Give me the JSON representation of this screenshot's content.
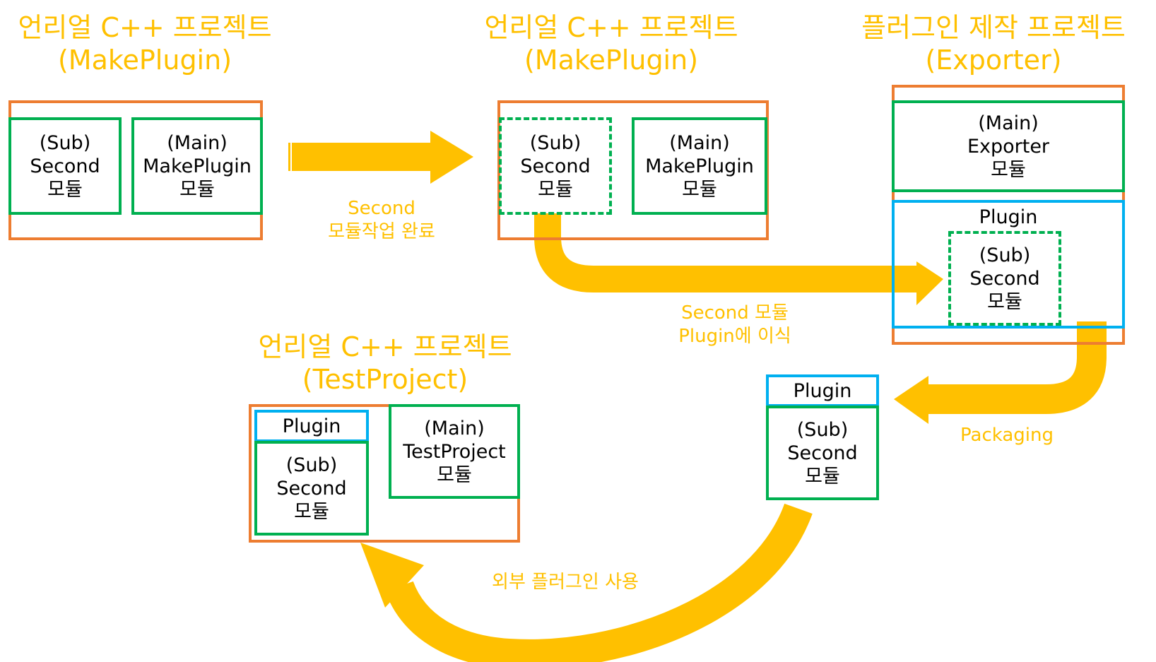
{
  "titles": {
    "left": {
      "line1": "언리얼 C++ 프로젝트",
      "line2": "(MakePlugin)"
    },
    "middle": {
      "line1": "언리얼 C++ 프로젝트",
      "line2": "(MakePlugin)"
    },
    "right": {
      "line1": "플러그인 제작 프로젝트",
      "line2": "(Exporter)"
    },
    "bottom": {
      "line1": "언리얼 C++ 프로젝트",
      "line2": "(TestProject)"
    }
  },
  "captions": {
    "step1": {
      "line1": "Second",
      "line2": "모듈작업 완료"
    },
    "step2": {
      "line1": "Second 모듈",
      "line2": "Plugin에 이식"
    },
    "step3": {
      "line1": "Packaging"
    },
    "step4": {
      "line1": "외부 플러그인 사용"
    }
  },
  "modules": {
    "sub": {
      "line1": "(Sub)",
      "line2": "Second",
      "line3": "모듈"
    },
    "main_makeplugin": {
      "line1": "(Main)",
      "line2": "MakePlugin",
      "line3": "모듈"
    },
    "main_exporter": {
      "line1": "(Main)",
      "line2": "Exporter",
      "line3": "모듈"
    },
    "main_testproject": {
      "line1": "(Main)",
      "line2": "TestProject",
      "line3": "모듈"
    }
  },
  "plugin_label": "Plugin",
  "colors": {
    "project_border": "#ED7D31",
    "module_border": "#00B050",
    "plugin_border": "#00B0F0",
    "arrow": "#FFC000",
    "text_accent": "#FFC000"
  }
}
